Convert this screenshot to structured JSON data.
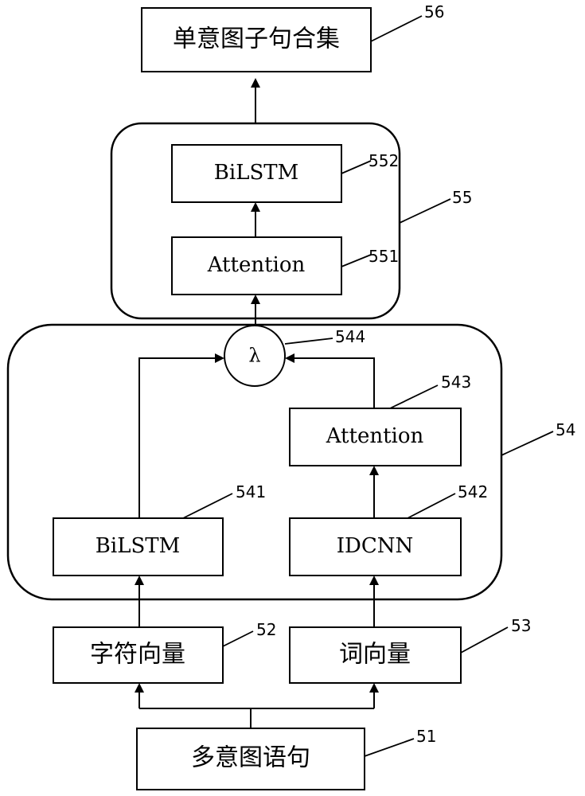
{
  "nodes": {
    "output": "单意图子句合集",
    "bilstm_top": "BiLSTM",
    "attention_top": "Attention",
    "lambda": "λ",
    "attention_right": "Attention",
    "bilstm_left": "BiLSTM",
    "idcnn": "IDCNN",
    "char_vec": "字符向量",
    "word_vec": "词向量",
    "input": "多意图语句"
  },
  "refs": {
    "r56": "56",
    "r552": "552",
    "r55": "55",
    "r551": "551",
    "r544": "544",
    "r543": "543",
    "r54": "54",
    "r541": "541",
    "r542": "542",
    "r52": "52",
    "r53": "53",
    "r51": "51"
  }
}
